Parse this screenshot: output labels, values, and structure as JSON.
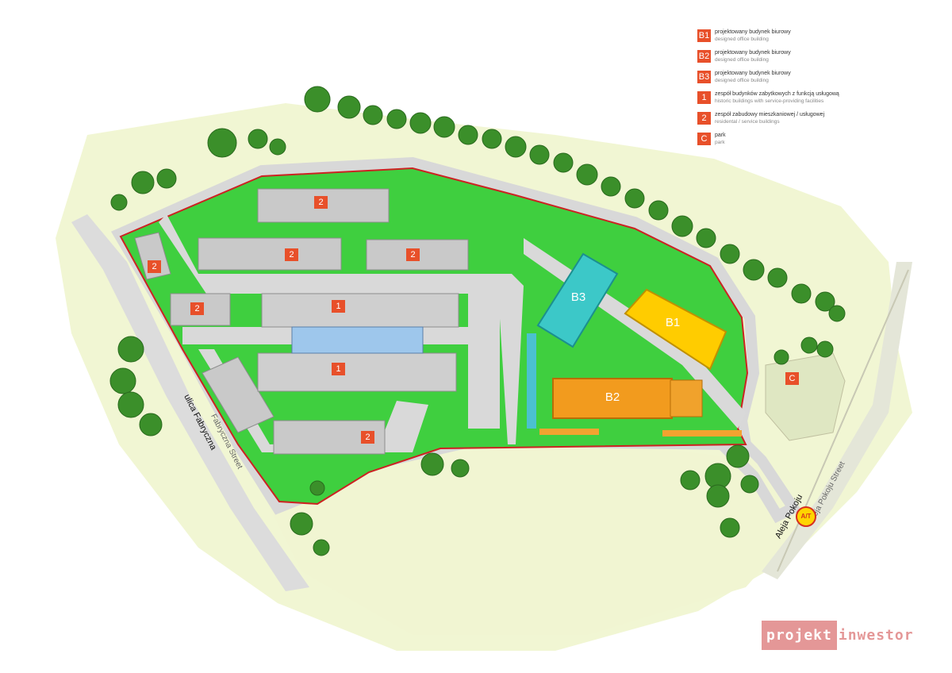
{
  "legend": [
    {
      "code": "B1",
      "pl": "projektowany budynek biurowy",
      "en": "designed office building"
    },
    {
      "code": "B2",
      "pl": "projektowany budynek biurowy",
      "en": "designed office building"
    },
    {
      "code": "B3",
      "pl": "projektowany budynek biurowy",
      "en": "designed office building"
    },
    {
      "code": "1",
      "pl": "zespół budynków zabytkowych z funkcją usługową",
      "en": "historic buildings with service-providing facilities"
    },
    {
      "code": "2",
      "pl": "zespół zabudowy mieszkaniowej / usługowej",
      "en": "residental / service buildings"
    },
    {
      "code": "C",
      "pl": "park",
      "en": "park"
    }
  ],
  "labels": {
    "b1": "B1",
    "b2": "B2",
    "b3": "B3",
    "one": "1",
    "two": "2",
    "c": "C"
  },
  "streets": {
    "fabryczna_pl": "ulica Fabryczna",
    "fabryczna_en": "Fabryczna Street",
    "pokoju_pl": "Aleja Pokoju",
    "pokoju_en": "Aleja Pokoju Street"
  },
  "stop": "A/T",
  "logo": {
    "box": "projekt",
    "text": "inwestor"
  },
  "colors": {
    "green": "#33cc33",
    "b1": "#ffcc00",
    "b2": "#f29b1e",
    "b3": "#33cccc",
    "badge": "#e8502a",
    "boundary": "#cc2222"
  }
}
